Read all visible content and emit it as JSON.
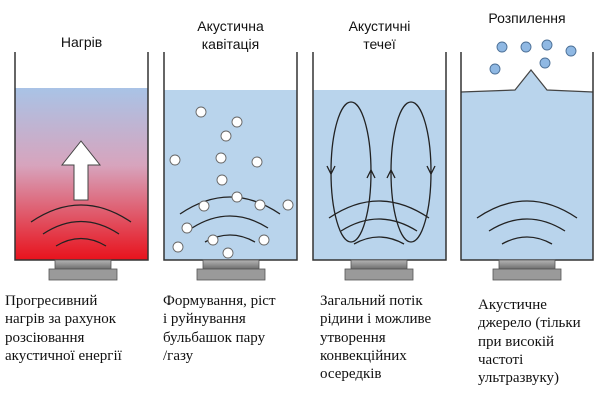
{
  "panels": [
    {
      "title": "Нагрів",
      "caption": "Прогресивний\nнагрів за рахунок\nрозсіювання\nакустичної енергії"
    },
    {
      "title": "Акустична\nкавітація",
      "caption": "Формування, ріст\nі руйнування\nбульбашок  пару\n/газу"
    },
    {
      "title": "Акустичні\nтечеї",
      "caption": "Загальний потік\nрідини і можливе\nутворення\nконвекційних\nосередків"
    },
    {
      "title": "Розпилення",
      "caption": "Акустичне\nджерело (тільки\nпри високій\nчастоті\nультразвуку)"
    }
  ],
  "colors": {
    "liquid": "#b9d4ec",
    "heat_top": "#a9c3e6",
    "heat_bottom": "#e8121c",
    "transducer": "#8f8f8f",
    "transducer_dark": "#555555"
  }
}
